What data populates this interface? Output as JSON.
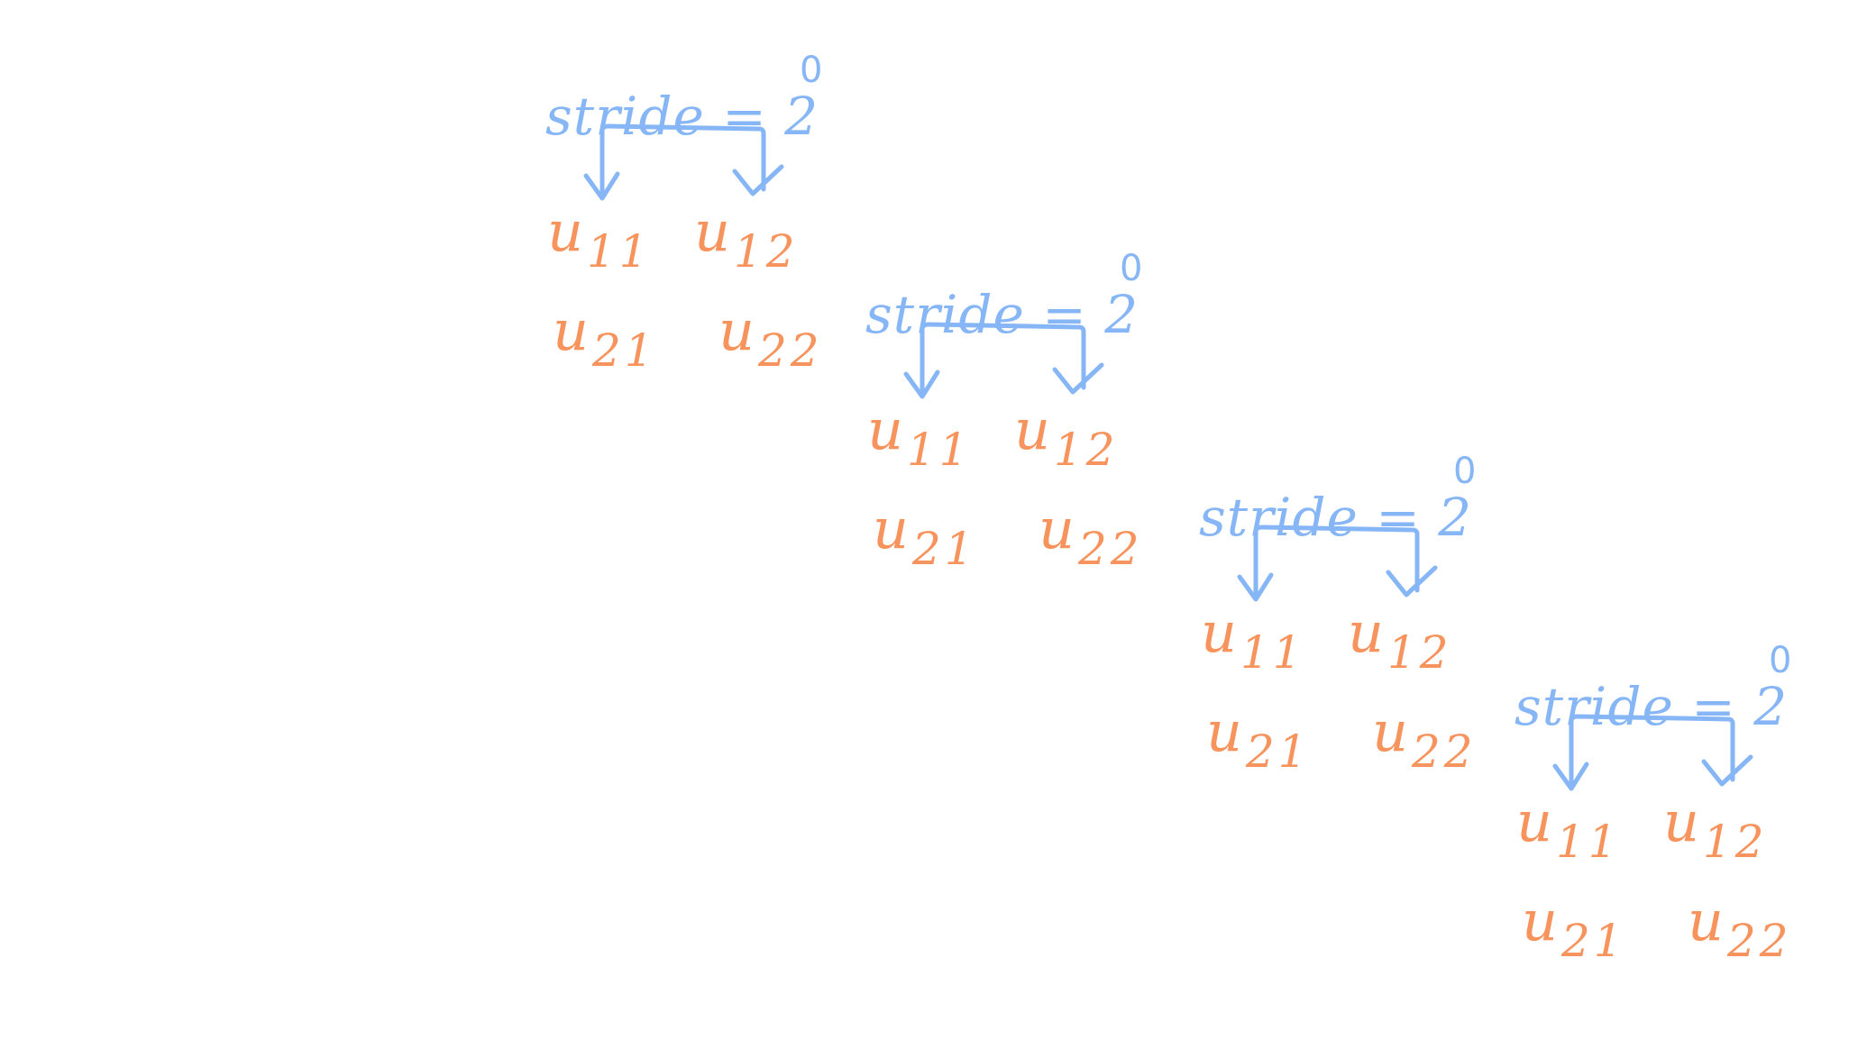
{
  "colors": {
    "stride": "#86b6f6",
    "element": "#f7935c",
    "background": "#ffffff"
  },
  "blocks": [
    {
      "stride_text": "stride = 2",
      "stride_exponent": "0",
      "cells": [
        {
          "base": "u",
          "sub": "11"
        },
        {
          "base": "u",
          "sub": "12"
        },
        {
          "base": "u",
          "sub": "21"
        },
        {
          "base": "u",
          "sub": "22"
        }
      ]
    },
    {
      "stride_text": "stride = 2",
      "stride_exponent": "0",
      "cells": [
        {
          "base": "u",
          "sub": "11"
        },
        {
          "base": "u",
          "sub": "12"
        },
        {
          "base": "u",
          "sub": "21"
        },
        {
          "base": "u",
          "sub": "22"
        }
      ]
    },
    {
      "stride_text": "stride = 2",
      "stride_exponent": "0",
      "cells": [
        {
          "base": "u",
          "sub": "11"
        },
        {
          "base": "u",
          "sub": "12"
        },
        {
          "base": "u",
          "sub": "21"
        },
        {
          "base": "u",
          "sub": "22"
        }
      ]
    },
    {
      "stride_text": "stride = 2",
      "stride_exponent": "0",
      "cells": [
        {
          "base": "u",
          "sub": "11"
        },
        {
          "base": "u",
          "sub": "12"
        },
        {
          "base": "u",
          "sub": "21"
        },
        {
          "base": "u",
          "sub": "22"
        }
      ]
    }
  ]
}
